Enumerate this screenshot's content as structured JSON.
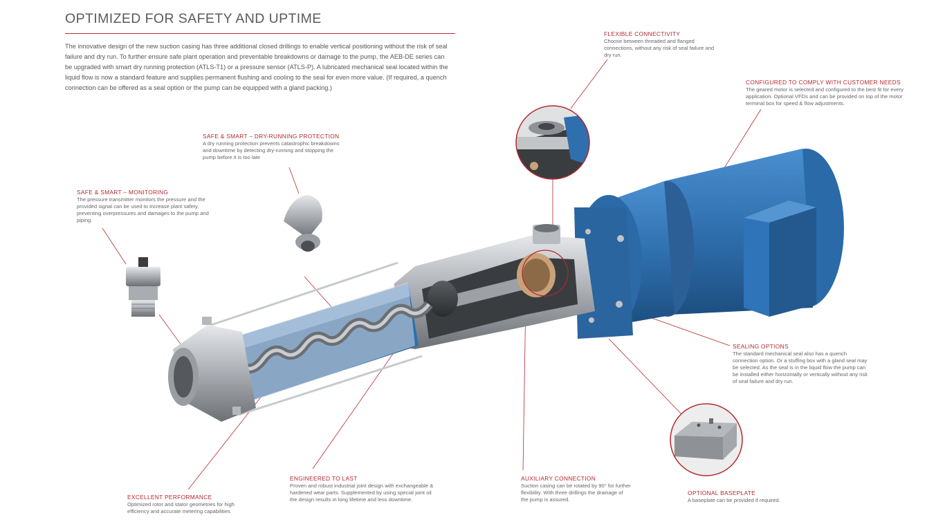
{
  "title": "OPTIMIZED FOR SAFETY AND UPTIME",
  "intro": "The innovative design of the new suction casing has three additional closed drillings to enable vertical positioning without the risk of seal failure and dry run. To further ensure safe plant operation and preventable breakdowns or damage to the pump, the AEB-DE series can be upgraded with smart dry running protection (ATLS-T1) or a pressure sensor (ATLS-P). A lubricated mechanical seal located within the liquid flow is now a standard feature and supplies permanent flushing and cooling to the seal for even more value. (If required, a quench connection can be offered as a seal option or the pump can be equipped with a gland packing.)",
  "callouts": {
    "flexible": {
      "head": "FLEXIBLE CONNECTIVITY",
      "body": "Choose between threaded and flanged connections, without any risk of seal failure and dry run."
    },
    "configured": {
      "head": "CONFIGURED TO COMPLY WITH CUSTOMER NEEDS",
      "body": "The geared motor is selected and configured to the best fit for every application. Optional VFDs and can be provided on top of the motor terminal box for speed & flow adjustments."
    },
    "dryrun": {
      "head": "SAFE & SMART – DRY-RUNNING PROTECTION",
      "body": "A dry running protection prevents catastrophic breakdowns and downtime by detecting dry-running and stopping the pump before it is too late"
    },
    "monitoring": {
      "head": "SAFE & SMART – MONITORING",
      "body": "The pressure transmitter monitors the pressure and the provided signal can be used to increase plant safety, preventing overpressures and damages to the pump and piping."
    },
    "sealing": {
      "head": "SEALING OPTIONS",
      "body": "The standard mechanical seal also has a quench connection option. Or a stuffing box with a gland seal may be selected.  As the seal is in the liquid flow the pump can be installed either horizontally or vertically without any risk of seal failure and dry run."
    },
    "engineered": {
      "head": "ENGINEERED TO LAST",
      "body": "Proven and robust industrial joint design with exchangeable & hardened wear parts. Supplemented by using special joint oil the design results in long lifetime and less downtime."
    },
    "auxiliary": {
      "head": "AUXILIARY CONNECTION",
      "body": "Suction casing can be rotated by 90° for further flexibility. With three drillings the drainage of the pump is assured."
    },
    "baseplate": {
      "head": "OPTIONAL BASEPLATE",
      "body": "A baseplate can be provided if required."
    },
    "performance": {
      "head": "EXCELLENT PERFORMANCE",
      "body": "Optimized rotor and stator geometries for high efficiency and accurate metering capabilities"
    }
  },
  "colors": {
    "accent": "#b3282d",
    "pump_blue": "#2f6fae",
    "steel": "#a9adb2"
  }
}
